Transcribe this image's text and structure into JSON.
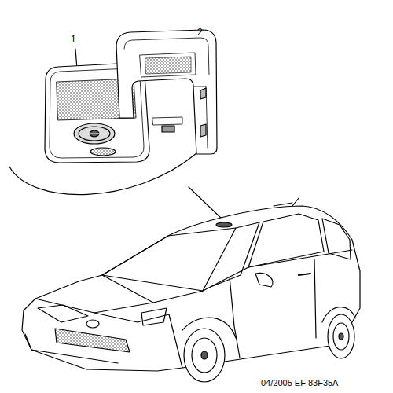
{
  "diagram": {
    "labels": [
      "1",
      "2",
      "04/2005 EF 83F35A"
    ]
  }
}
